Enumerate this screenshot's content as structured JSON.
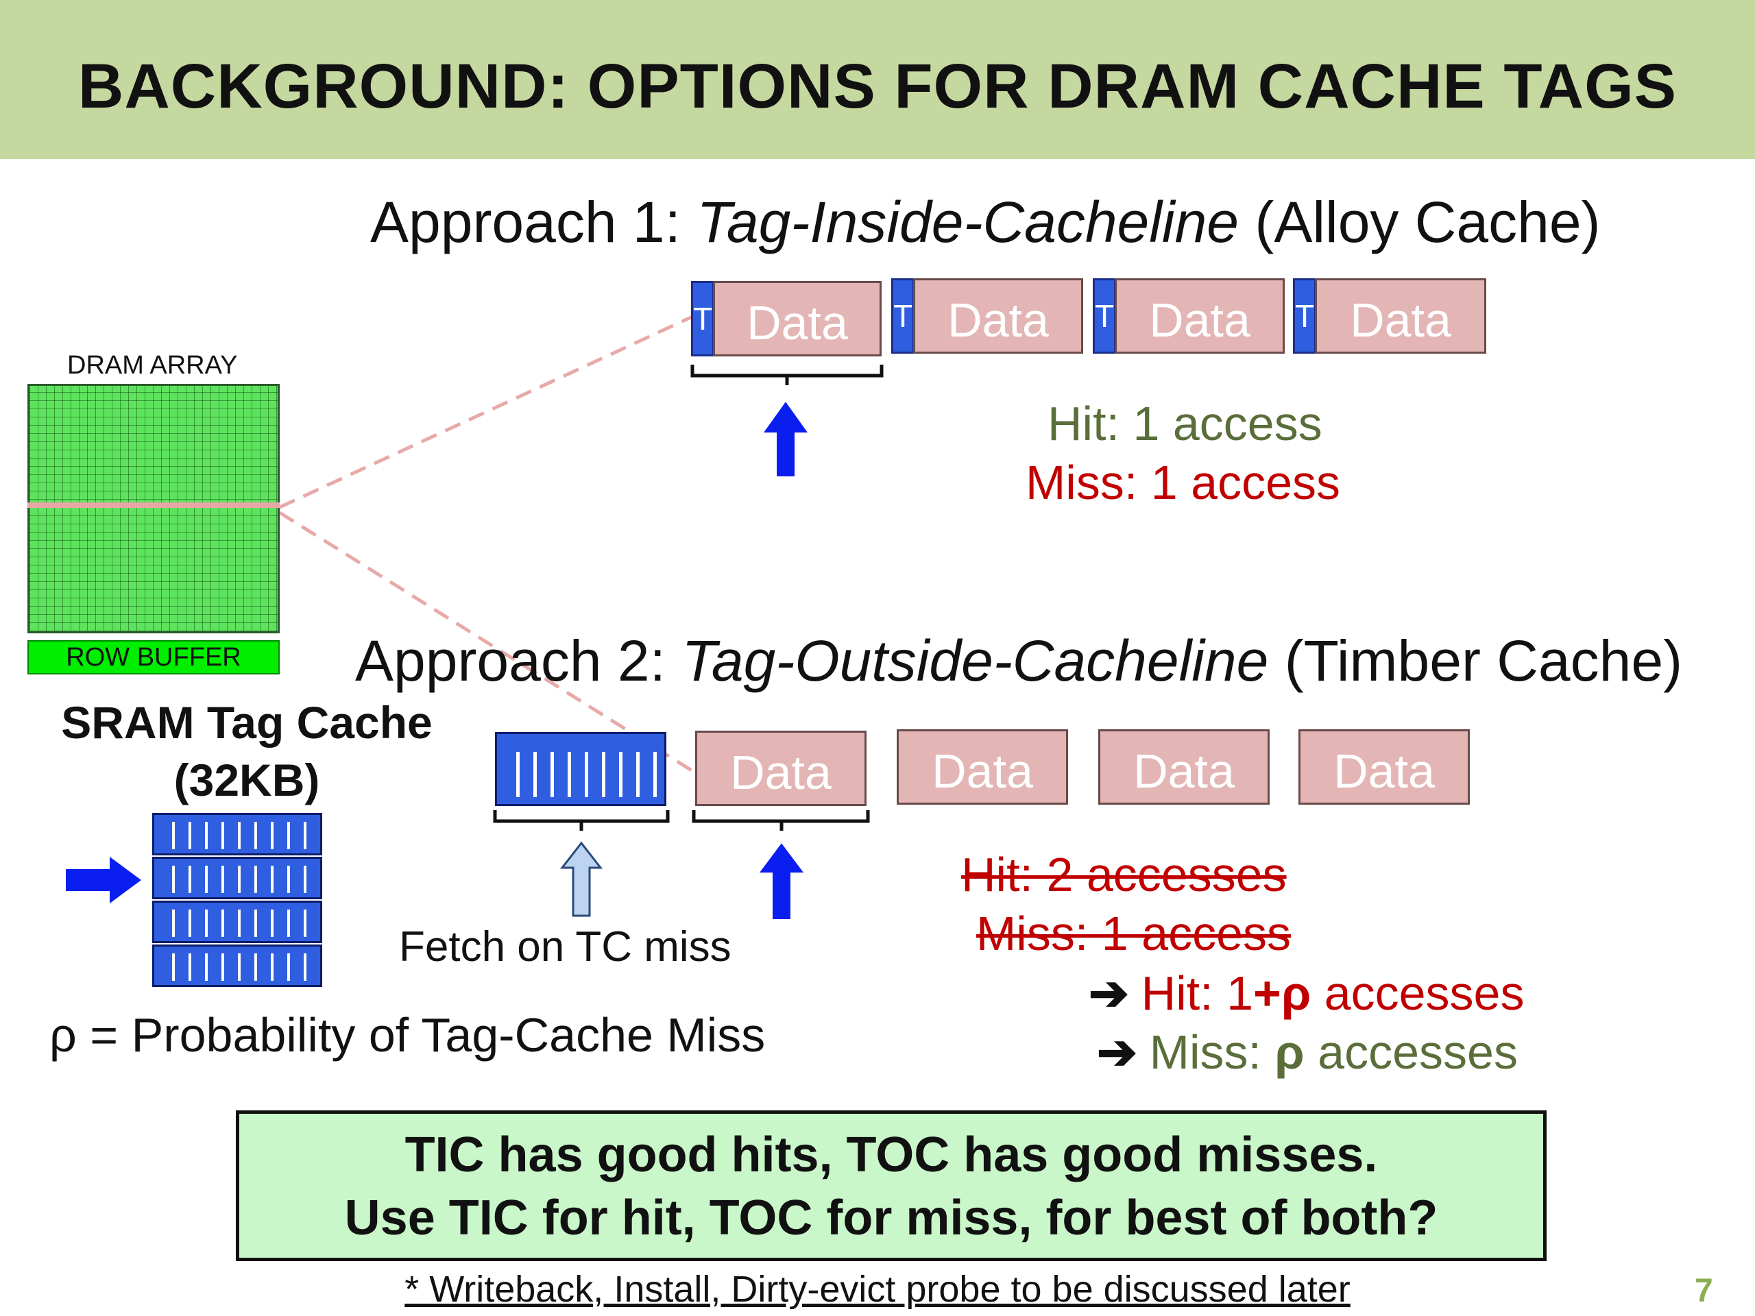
{
  "title": "BACKGROUND: OPTIONS FOR DRAM CACHE TAGS",
  "approach1": {
    "prefix": "Approach 1: ",
    "name": "Tag-Inside-Cacheline",
    "suffix": " (Alloy Cache)",
    "tag_label": "T",
    "data_label": "Data",
    "hit": "Hit: 1 access",
    "miss": "Miss: 1 access"
  },
  "dram": {
    "array_label": "DRAM ARRAY",
    "row_buffer_label": "ROW BUFFER"
  },
  "approach2": {
    "prefix": "Approach 2: ",
    "name": "Tag-Outside-Cacheline",
    "suffix": " (Timber Cache)",
    "data_label": "Data",
    "fetch_label": "Fetch on TC miss",
    "hit_old": "Hit: 2 accesses",
    "miss_old": "Miss: 1 access",
    "hit_new_prefix": "Hit: 1",
    "hit_new_plus": "+",
    "hit_new_rho": "ρ",
    "hit_new_suffix": " accesses",
    "miss_new_prefix": "Miss: ",
    "miss_new_rho": "ρ",
    "miss_new_suffix": " accesses",
    "arrow_glyph": "➔"
  },
  "sram": {
    "label_line1": "SRAM Tag Cache",
    "label_line2": "(32KB)"
  },
  "rho_definition": "ρ = Probability of Tag-Cache Miss",
  "summary": {
    "line1": "TIC has good hits, TOC has good misses.",
    "line2": "Use TIC for hit, TOC for miss, for best of both?"
  },
  "footnote": "* Writeback, Install, Dirty-evict probe to be discussed later",
  "page_number": "7",
  "colors": {
    "header_bg": "#c5d8a0",
    "data_box": "#e3b5b5",
    "tag_blue": "#2f5fe0",
    "arrow_blue": "#0a1ef0",
    "hit_green": "#5a6e3a",
    "miss_red": "#c00000",
    "summary_bg": "#c9f7c9"
  }
}
